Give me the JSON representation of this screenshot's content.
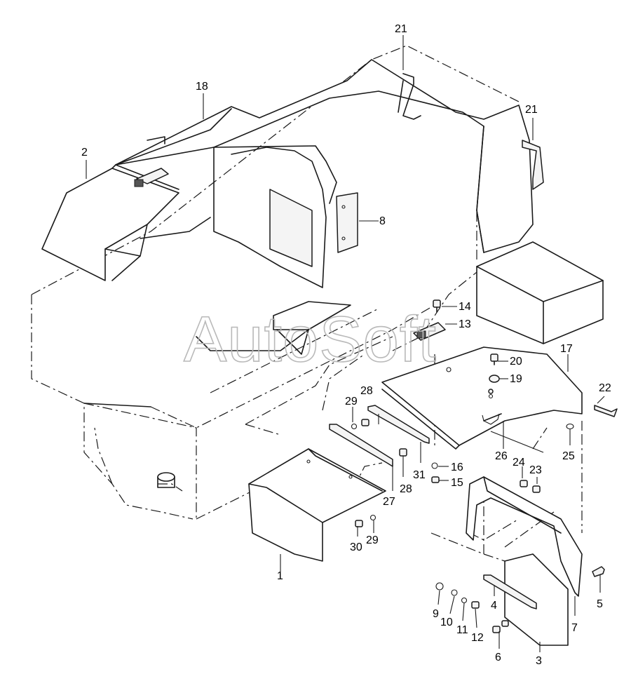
{
  "watermark": "AutoSoft",
  "callouts": [
    {
      "id": "c1",
      "label": "1"
    },
    {
      "id": "c2",
      "label": "2"
    },
    {
      "id": "c3",
      "label": "3"
    },
    {
      "id": "c4",
      "label": "4"
    },
    {
      "id": "c5",
      "label": "5"
    },
    {
      "id": "c6",
      "label": "6"
    },
    {
      "id": "c7",
      "label": "7"
    },
    {
      "id": "c8",
      "label": "8"
    },
    {
      "id": "c9",
      "label": "9"
    },
    {
      "id": "c10",
      "label": "10"
    },
    {
      "id": "c11",
      "label": "11"
    },
    {
      "id": "c12",
      "label": "12"
    },
    {
      "id": "c13",
      "label": "13"
    },
    {
      "id": "c14",
      "label": "14"
    },
    {
      "id": "c15",
      "label": "15"
    },
    {
      "id": "c16",
      "label": "16"
    },
    {
      "id": "c17",
      "label": "17"
    },
    {
      "id": "c18",
      "label": "18"
    },
    {
      "id": "c19",
      "label": "19"
    },
    {
      "id": "c20",
      "label": "20"
    },
    {
      "id": "c21a",
      "label": "21"
    },
    {
      "id": "c21b",
      "label": "21"
    },
    {
      "id": "c22",
      "label": "22"
    },
    {
      "id": "c23",
      "label": "23"
    },
    {
      "id": "c24",
      "label": "24"
    },
    {
      "id": "c25",
      "label": "25"
    },
    {
      "id": "c26",
      "label": "26"
    },
    {
      "id": "c27",
      "label": "27"
    },
    {
      "id": "c28a",
      "label": "28"
    },
    {
      "id": "c28b",
      "label": "28"
    },
    {
      "id": "c29a",
      "label": "29"
    },
    {
      "id": "c29b",
      "label": "29"
    },
    {
      "id": "c30",
      "label": "30"
    },
    {
      "id": "c31",
      "label": "31"
    }
  ]
}
